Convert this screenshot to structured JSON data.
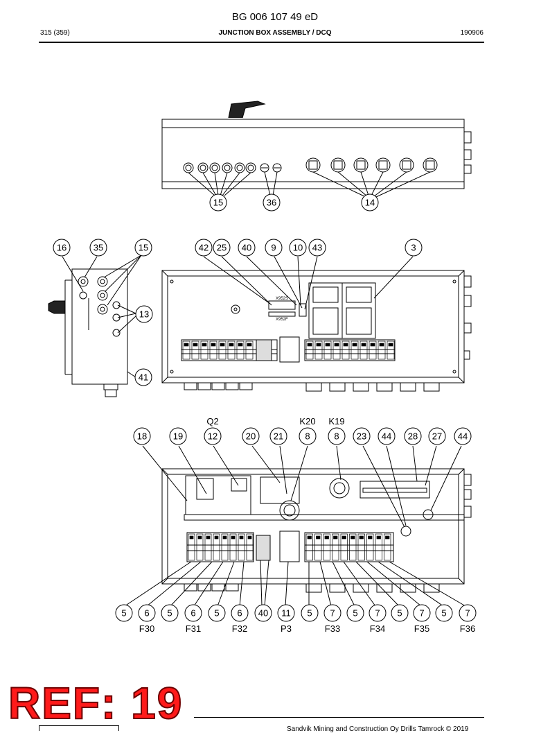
{
  "header": {
    "doc_number": "BG 006 107 49 eD",
    "page": "315 (359)",
    "section_title": "JUNCTION BOX ASSEMBLY / DCQ",
    "date_code": "190906"
  },
  "stamp": "REF: 19",
  "footer": {
    "copyright": "Sandvik Mining and Construction Oy Drills Tamrock © 2019"
  },
  "labels": {
    "x952s": "X952S",
    "x952f": "X952F"
  },
  "view1_bubbles": [
    "15",
    "36",
    "14"
  ],
  "view2_bubbles": [
    "16",
    "35",
    "15",
    "42",
    "25",
    "40",
    "9",
    "10",
    "43",
    "3",
    "13",
    "41"
  ],
  "view3_bubbles": [
    "18",
    "19",
    "12",
    "20",
    "21",
    "8",
    "8",
    "23",
    "44",
    "28",
    "27",
    "44"
  ],
  "view3_captions": [
    "Q2",
    "K20",
    "K19"
  ],
  "bottom_bubbles": [
    "5",
    "6",
    "5",
    "6",
    "5",
    "6",
    "40",
    "11",
    "5",
    "7",
    "5",
    "7",
    "5",
    "7",
    "5",
    "7"
  ],
  "bottom_captions": [
    "F30",
    "F31",
    "F32",
    "P3",
    "F33",
    "F34",
    "F35",
    "F36"
  ]
}
